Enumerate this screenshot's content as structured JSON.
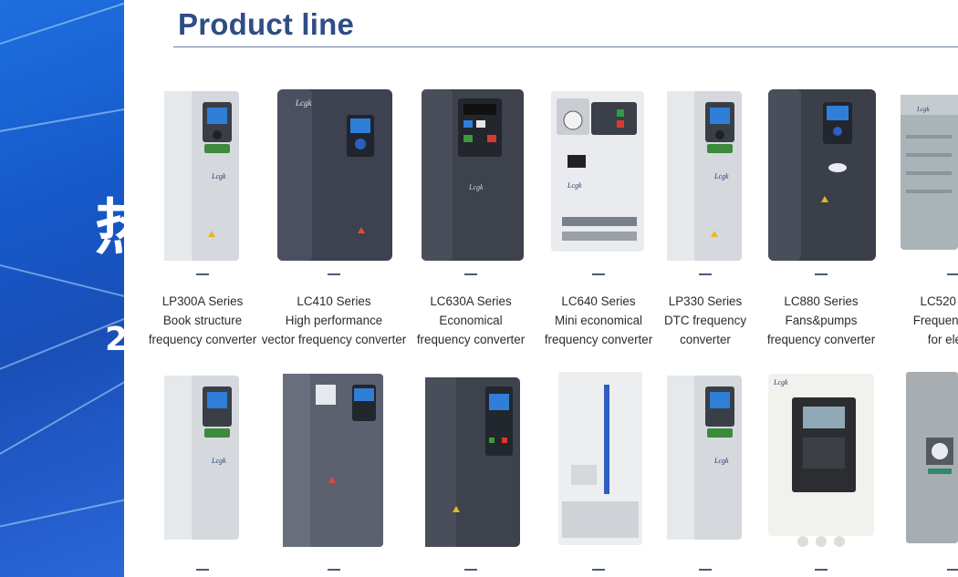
{
  "title": "Product line",
  "side_glyphs": {
    "cn": "热",
    "num": "2"
  },
  "colors": {
    "title": "#2f4d86",
    "band": "#1a5bd0",
    "rule": "#6a7fa8"
  },
  "row1": [
    {
      "line1": "LP300A Series",
      "line2": "Book structure",
      "line3": "frequency converter",
      "style": "light"
    },
    {
      "line1": "LC410 Series",
      "line2": "High performance",
      "line3": "vector frequency converter",
      "style": "dark"
    },
    {
      "line1": "LC630A Series",
      "line2": "Economical",
      "line3": "frequency converter",
      "style": "dark"
    },
    {
      "line1": "LC640  Series",
      "line2": "Mini economical",
      "line3": "frequency converter",
      "style": "mini"
    },
    {
      "line1": "LP330  Series",
      "line2": "DTC frequency",
      "line3": "converter",
      "style": "light"
    },
    {
      "line1": "LC880  Series",
      "line2": "Fans&pumps",
      "line3": "frequency converter",
      "style": "dark"
    },
    {
      "line1": "LC520",
      "line2": "Frequency",
      "line3": "for ele",
      "style": "cabinet"
    }
  ],
  "row2": [
    {
      "style": "light"
    },
    {
      "style": "dark"
    },
    {
      "style": "dark"
    },
    {
      "style": "tall"
    },
    {
      "style": "light"
    },
    {
      "style": "wall"
    },
    {
      "style": "cabinet"
    }
  ]
}
